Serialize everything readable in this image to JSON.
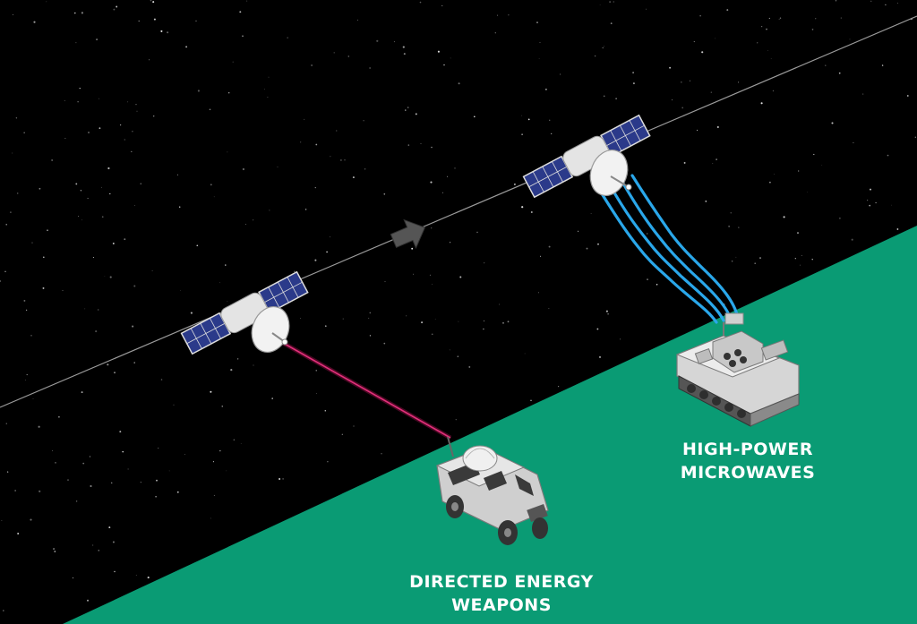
{
  "labels": {
    "microwaves": {
      "line1": "HIGH-POWER",
      "line2": "MICROWAVES"
    },
    "energy": {
      "line1": "DIRECTED ENERGY",
      "line2": "WEAPONS"
    }
  },
  "colors": {
    "space": "#000000",
    "ground": "#0a9b74",
    "orbit_line": "#9a9a9a",
    "laser": "#c2185b",
    "microwave": "#2aa7ea",
    "vehicle": "#d8d8d8",
    "arrow": "#555555"
  },
  "icons": {
    "satellite_left": "satellite-icon",
    "satellite_right": "satellite-icon",
    "direction_arrow": "arrow-right-icon",
    "armored_truck": "armored-truck-icon",
    "tracked_vehicle": "tracked-vehicle-icon"
  }
}
